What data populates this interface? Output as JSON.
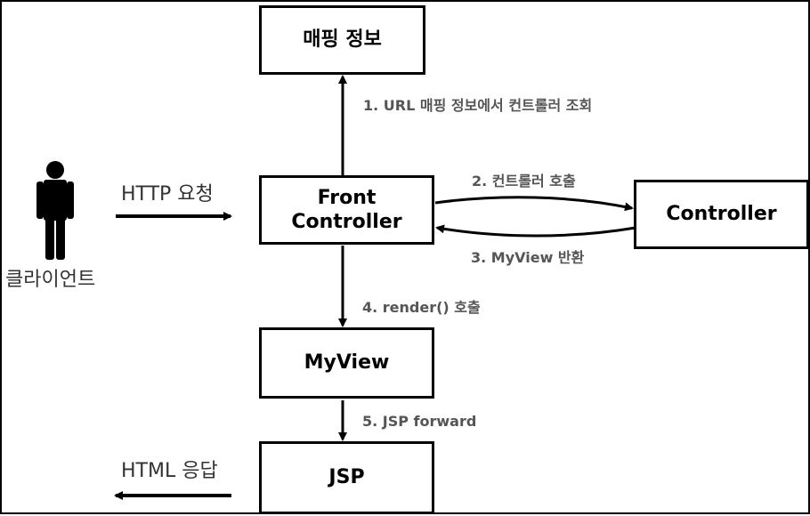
{
  "nodes": {
    "mapping_info": "매핑 정보",
    "front_controller_line1": "Front",
    "front_controller_line2": "Controller",
    "controller": "Controller",
    "myview": "MyView",
    "jsp": "JSP"
  },
  "actor": {
    "label": "클라이언트"
  },
  "edges": {
    "http_request": "HTTP 요청",
    "step1": "1. URL 매핑 정보에서 컨트롤러 조회",
    "step2": "2. 컨트롤러 호출",
    "step3": "3. MyView 반환",
    "step4": "4. render() 호출",
    "step5": "5. JSP forward",
    "html_response": "HTML 응답"
  }
}
